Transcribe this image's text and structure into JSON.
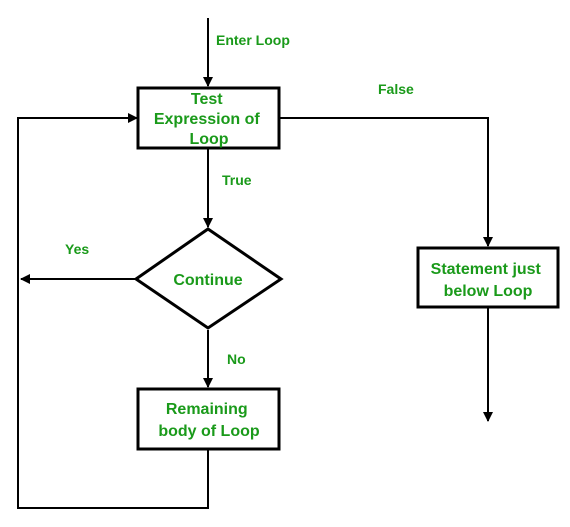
{
  "colors": {
    "text": "#1a9a1a",
    "stroke": "#000000",
    "background": "#ffffff"
  },
  "nodes": {
    "test_expression": {
      "lines": [
        "Test",
        "Expression of",
        "Loop"
      ]
    },
    "continue": {
      "label": "Continue"
    },
    "remaining_body": {
      "lines": [
        "Remaining",
        "body of Loop"
      ]
    },
    "statement_below": {
      "lines": [
        "Statement just",
        "below Loop"
      ]
    }
  },
  "edges": {
    "enter_loop": "Enter Loop",
    "false": "False",
    "true": "True",
    "yes": "Yes",
    "no": "No"
  }
}
